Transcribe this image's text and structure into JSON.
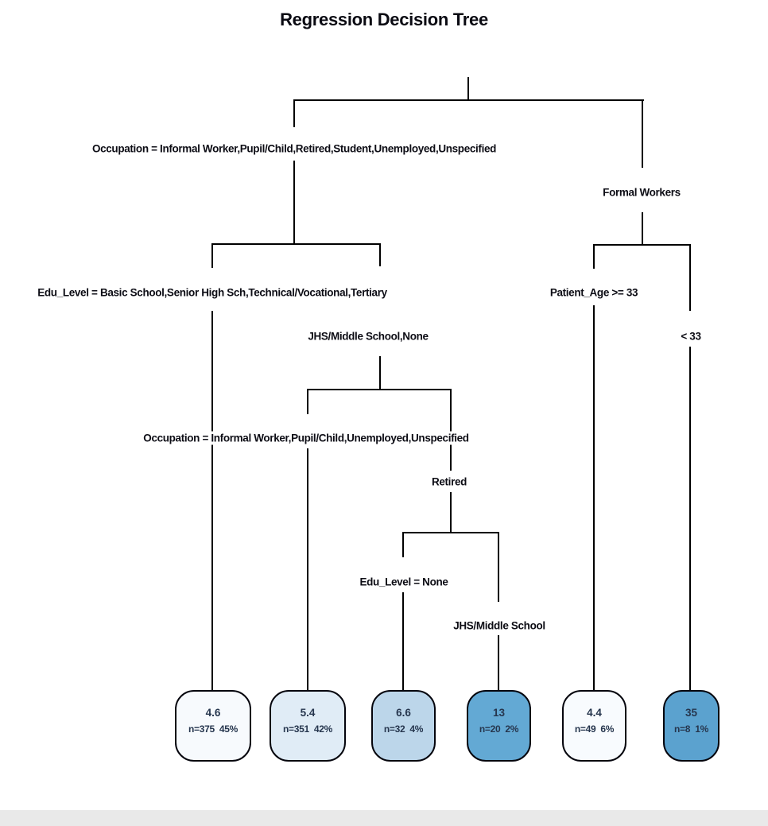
{
  "title": "Regression Decision Tree",
  "labels": {
    "root_left": "Occupation = Informal Worker,Pupil/Child,Retired,Student,Unemployed,Unspecified",
    "root_right": "Formal Workers",
    "left2_left": "Edu_Level = Basic School,Senior High Sch,Technical/Vocational,Tertiary",
    "left2_right": "JHS/Middle School,None",
    "right2_left": "Patient_Age >= 33",
    "right2_right": "< 33",
    "left3_left": "Occupation = Informal Worker,Pupil/Child,Unemployed,Unspecified",
    "left3_right": "Retired",
    "left4_left": "Edu_Level = None",
    "left4_right": "JHS/Middle School"
  },
  "leaves": [
    {
      "value": "4.6",
      "stats": "n=375  45%",
      "fill": "#f7fafd"
    },
    {
      "value": "5.4",
      "stats": "n=351  42%",
      "fill": "#e0ecf6"
    },
    {
      "value": "6.6",
      "stats": "n=32  4%",
      "fill": "#bcd6ea"
    },
    {
      "value": "13",
      "stats": "n=20  2%",
      "fill": "#63a9d4"
    },
    {
      "value": "4.4",
      "stats": "n=49  6%",
      "fill": "#f8fbfe"
    },
    {
      "value": "35",
      "stats": "n=8  1%",
      "fill": "#5ba2cf"
    }
  ],
  "colors": {
    "line_color": "#000000",
    "label_color": "#0d0d15",
    "leaf_text": "#26364e",
    "leaf_border": "#05050d",
    "band_color": "#e9e9e9"
  }
}
